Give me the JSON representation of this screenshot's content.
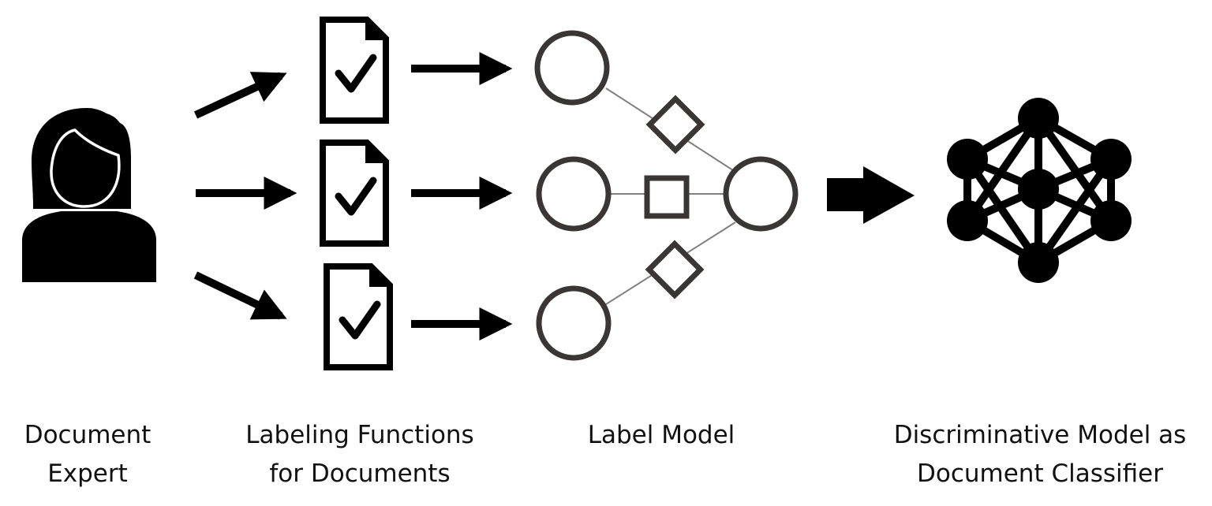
{
  "captions": {
    "expert": {
      "line1": "Document",
      "line2": "Expert"
    },
    "labeling_functions": {
      "line1": "Labeling Functions",
      "line2": "for Documents"
    },
    "label_model": {
      "line1": "Label Model"
    },
    "classifier": {
      "line1": "Discriminative Model as",
      "line2": "Document Classifier"
    }
  },
  "icons": {
    "expert": "person-icon",
    "labeling_function": "checked-document-icon",
    "label_model_node": "circle-node",
    "label_model_factor": "factor-square",
    "classifier": "neural-network-icon"
  },
  "colors": {
    "ink": "#000000",
    "node_stroke": "#3a3636",
    "edge": "#808080"
  }
}
